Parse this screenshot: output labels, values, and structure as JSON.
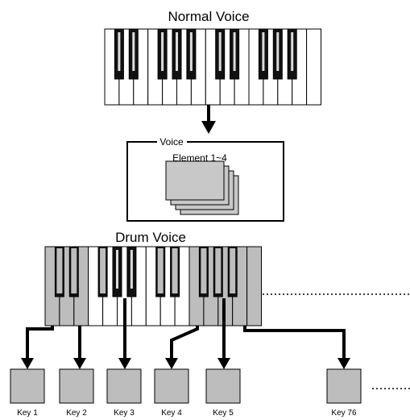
{
  "normal_voice": {
    "title": "Normal Voice",
    "voice_box_label": "Voice",
    "element_label": "Element 1~4"
  },
  "drum_voice": {
    "title": "Drum Voice",
    "key_labels": [
      "Key 1",
      "Key 2",
      "Key 3",
      "Key 4",
      "Key 5",
      "Key 76"
    ]
  },
  "colors": {
    "line": "#000000",
    "white_key": "#ffffff",
    "black_key": "#111111",
    "highlight_key": "#bdbdbd",
    "element_card": "#c8c8c8",
    "key_box": "#bdbdbd"
  }
}
